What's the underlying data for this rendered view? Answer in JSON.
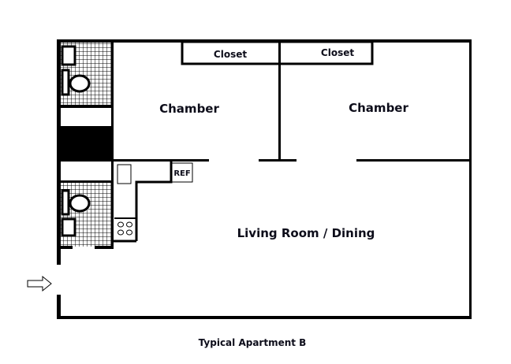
{
  "rooms": {
    "chamber_left": "Chamber",
    "chamber_right": "Chamber",
    "closet_left": "Closet",
    "closet_right": "Closet",
    "living": "Living Room / Dining",
    "refrigerator": "REF"
  },
  "caption": "Typical Apartment B",
  "colors": {
    "wall": "#000000",
    "text": "#0d0d1a"
  }
}
